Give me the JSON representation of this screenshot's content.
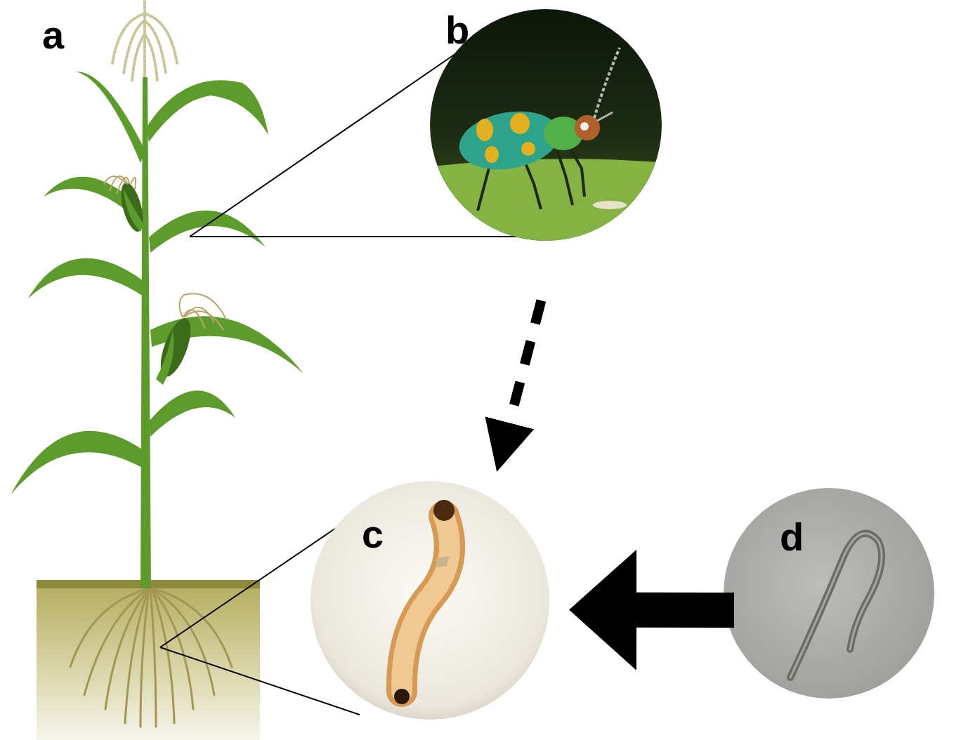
{
  "diagram": {
    "nodes": [
      {
        "text": [
          "b"
        ]
      },
      {
        "text": [
          "c"
        ]
      },
      {
        "text": [
          "d"
        ]
      }
    ],
    "edges": [
      {
        "from": 0,
        "to": 1,
        "arrow": "to"
      },
      {
        "from": 2,
        "to": 1,
        "arrow": "to"
      }
    ],
    "labels": [
      "a"
    ]
  }
}
